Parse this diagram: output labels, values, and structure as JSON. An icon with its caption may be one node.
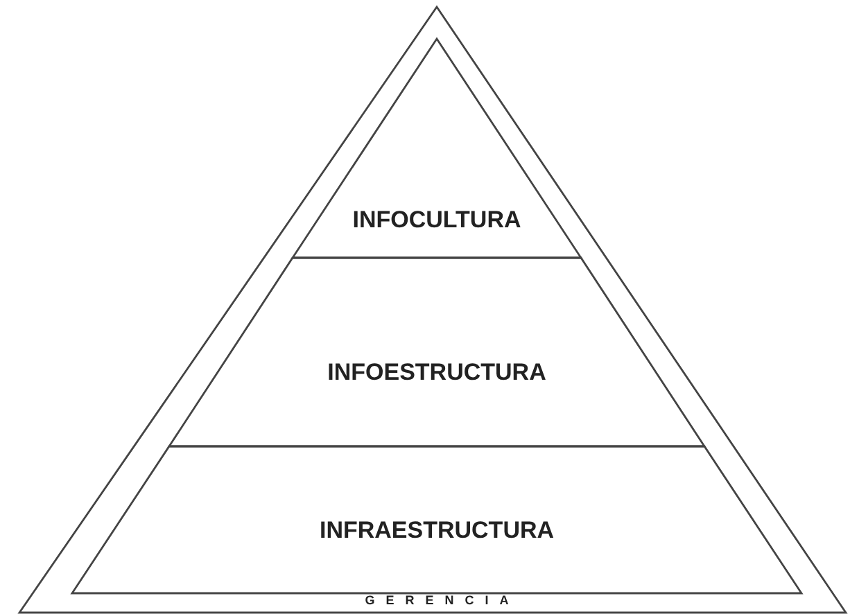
{
  "diagram": {
    "nodes": [
      {
        "text": [
          "GERENCIA"
        ]
      },
      {
        "text": [
          "INFOCULTURA"
        ],
        "in": 0
      },
      {
        "text": [
          "INFOESTRUCTURA"
        ],
        "in": 0
      },
      {
        "text": [
          "INFRAESTRUCTURA"
        ],
        "in": 0
      }
    ]
  }
}
